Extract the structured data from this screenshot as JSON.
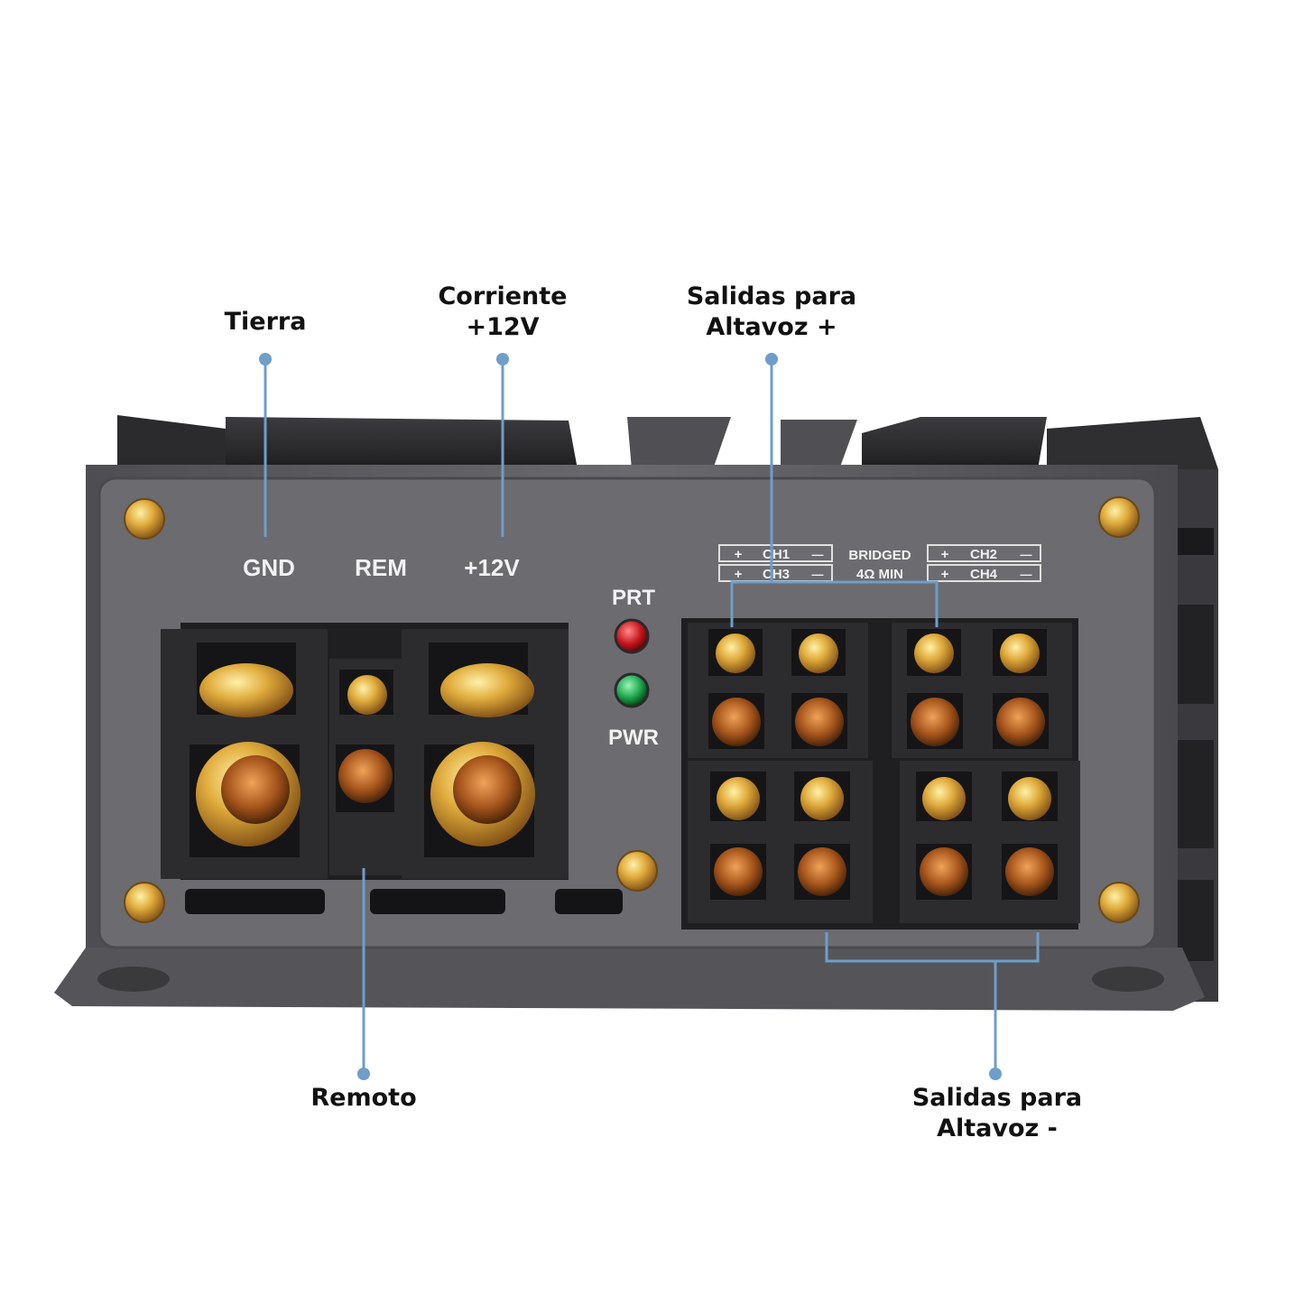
{
  "callouts": {
    "tierra": "Tierra",
    "corriente": [
      "Corriente",
      "+12V"
    ],
    "salidas_pos": [
      "Salidas para",
      "Altavoz +"
    ],
    "remoto": "Remoto",
    "salidas_neg": [
      "Salidas para",
      "Altavoz -"
    ]
  },
  "panel": {
    "gnd": "GND",
    "rem": "REM",
    "v12": "+12V",
    "prt": "PRT",
    "pwr": "PWR",
    "ch1": "CH1",
    "ch2": "CH2",
    "ch3": "CH3",
    "ch4": "CH4",
    "plus": "+",
    "minus": "—",
    "bridged": "BRIDGED",
    "min_ohm": "4Ω MIN"
  },
  "colors": {
    "leader": "#6f9ec9",
    "chassis": "#5a5a5e",
    "faceplate": "#6b6b70",
    "terminal_block": "#2c2c2e",
    "brass": "#d9a63a",
    "led_red": "#c4161c",
    "led_green": "#1aa34a"
  },
  "icons": [
    "screw-icon",
    "terminal-screw-icon",
    "led-indicator"
  ]
}
